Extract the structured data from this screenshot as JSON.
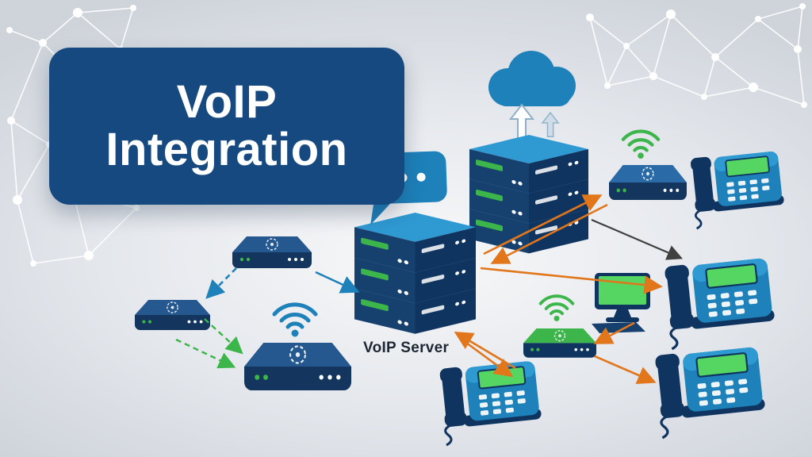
{
  "title_card": {
    "line1": "VoIP",
    "line2": "Integration"
  },
  "labels": {
    "voip_server": "VoIP Server"
  },
  "colors": {
    "bg_center": "#f7f8f9",
    "bg_mid": "#e4e7ec",
    "bg_edge": "#cfd4db",
    "navy": "#16497f",
    "navy_dark": "#0f3460",
    "blue": "#1e81ba",
    "blue_light": "#2f9ad2",
    "green": "#3cb54a",
    "green_screen": "#55d663",
    "orange": "#e2761b",
    "dark_line": "#404040",
    "label": "#1d2733"
  },
  "icons": {
    "cloud": "cloud-shape",
    "chat_bubble": "speech-bubble-with-three-dots",
    "wifi": "wifi-arcs-with-dot",
    "server": "isometric-server-stack",
    "router": "isometric-router-box",
    "desk_phone": "desk-phone-with-handset",
    "monitor": "desktop-monitor",
    "upload": "upward-arrows"
  }
}
